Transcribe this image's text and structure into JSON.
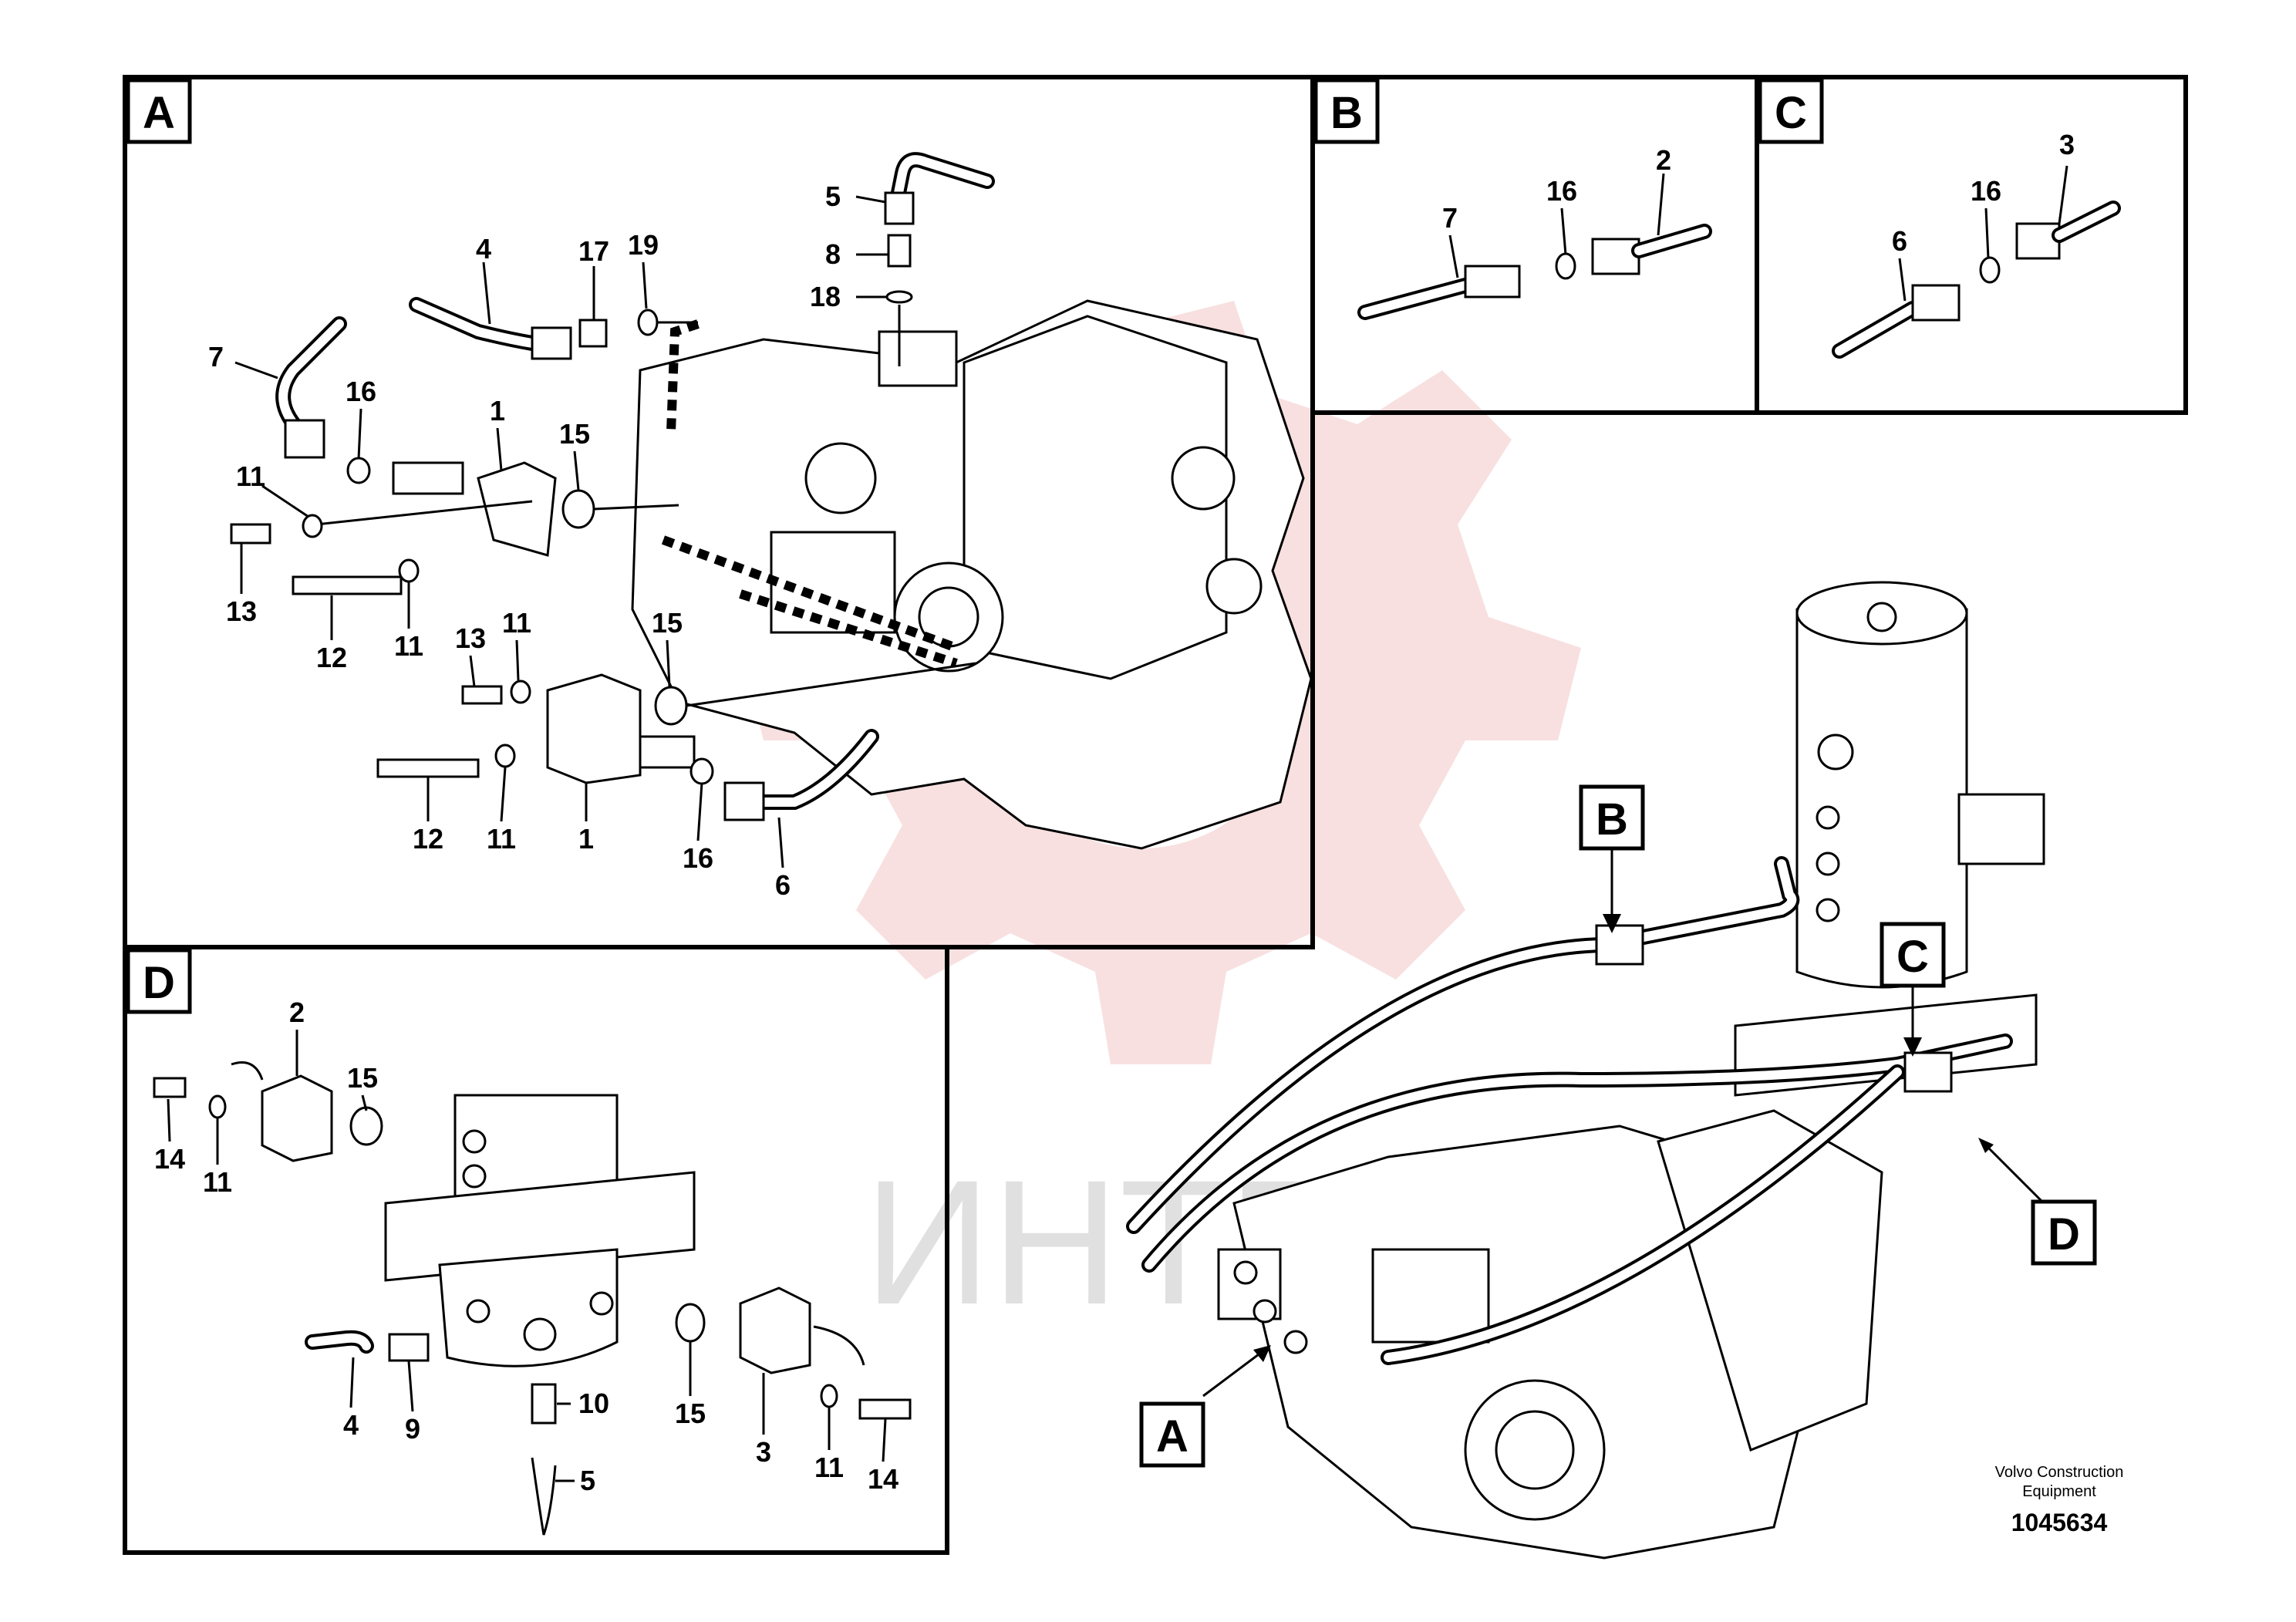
{
  "watermark": {
    "text": "ИНТЕХ",
    "color": "#f2c6c6"
  },
  "panels": {
    "A": {
      "tag": "A",
      "callouts": [
        "5",
        "8",
        "18",
        "4",
        "17",
        "19",
        "7",
        "16",
        "1",
        "15",
        "11",
        "13",
        "12",
        "11",
        "13",
        "11",
        "15",
        "12",
        "11",
        "1",
        "16",
        "6"
      ]
    },
    "B": {
      "tag": "B",
      "callouts": [
        "7",
        "16",
        "2"
      ]
    },
    "C": {
      "tag": "C",
      "callouts": [
        "3",
        "16",
        "6"
      ]
    },
    "D": {
      "tag": "D",
      "callouts": [
        "2",
        "15",
        "14",
        "11",
        "4",
        "9",
        "10",
        "15",
        "3",
        "11",
        "14",
        "5"
      ]
    }
  },
  "overview": {
    "tags": [
      "B",
      "C",
      "D",
      "A"
    ]
  },
  "footer": {
    "company_line1": "Volvo Construction",
    "company_line2": "Equipment",
    "doc_number": "1045634"
  }
}
